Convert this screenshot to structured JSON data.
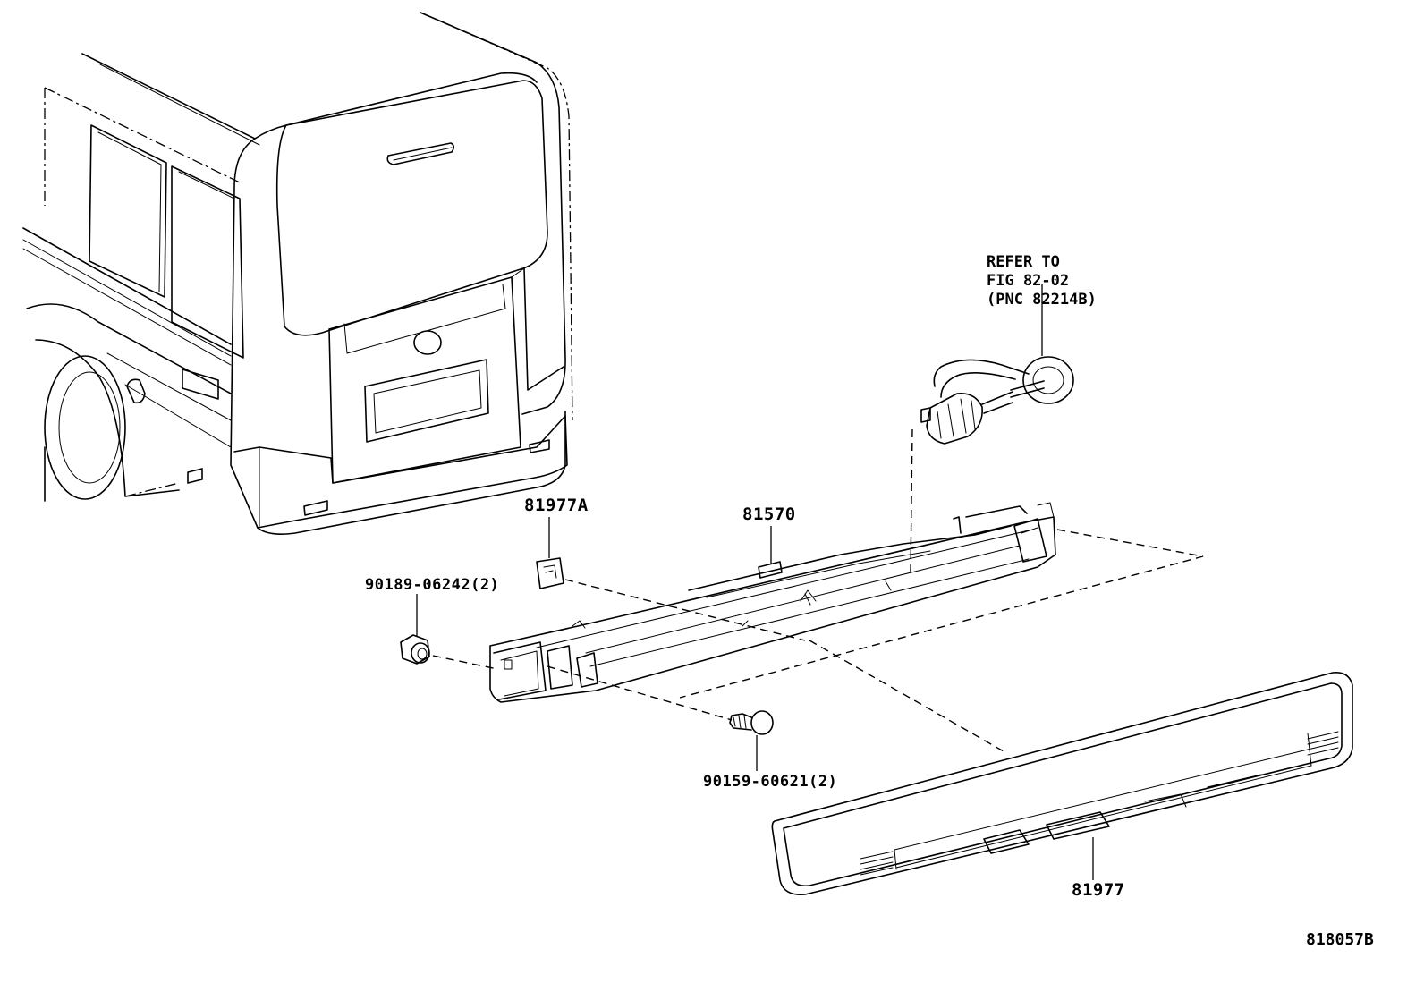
{
  "figure_number": "818057B",
  "reference_note": {
    "line1": "REFER TO",
    "line2": "FIG 82-02",
    "line3": "(PNC 82214B)"
  },
  "parts": [
    {
      "part_no": "81977A"
    },
    {
      "part_no": "81570"
    },
    {
      "part_no": "90189-06242(2)"
    },
    {
      "part_no": "90159-60621(2)"
    },
    {
      "part_no": "81977"
    }
  ]
}
